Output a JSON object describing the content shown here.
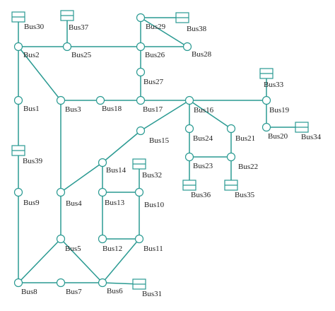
{
  "colors": {
    "line": "#2a9a92",
    "text": "#222222",
    "background": "#ffffff"
  },
  "buses": [
    {
      "id": "bus1",
      "label": "Bus1"
    },
    {
      "id": "bus2",
      "label": "Bus2"
    },
    {
      "id": "bus3",
      "label": "Bus3"
    },
    {
      "id": "bus4",
      "label": "Bus4"
    },
    {
      "id": "bus5",
      "label": "Bus5"
    },
    {
      "id": "bus6",
      "label": "Bus6"
    },
    {
      "id": "bus7",
      "label": "Bus7"
    },
    {
      "id": "bus8",
      "label": "Bus8"
    },
    {
      "id": "bus9",
      "label": "Bus9"
    },
    {
      "id": "bus10",
      "label": "Bus10"
    },
    {
      "id": "bus11",
      "label": "Bus11"
    },
    {
      "id": "bus12",
      "label": "Bus12"
    },
    {
      "id": "bus13",
      "label": "Bus13"
    },
    {
      "id": "bus14",
      "label": "Bus14"
    },
    {
      "id": "bus15",
      "label": "Bus15"
    },
    {
      "id": "bus16",
      "label": "Bus16"
    },
    {
      "id": "bus17",
      "label": "Bus17"
    },
    {
      "id": "bus18",
      "label": "Bus18"
    },
    {
      "id": "bus19",
      "label": "Bus19"
    },
    {
      "id": "bus20",
      "label": "Bus20"
    },
    {
      "id": "bus21",
      "label": "Bus21"
    },
    {
      "id": "bus22",
      "label": "Bus22"
    },
    {
      "id": "bus23",
      "label": "Bus23"
    },
    {
      "id": "bus24",
      "label": "Bus24"
    },
    {
      "id": "bus25",
      "label": "Bus25"
    },
    {
      "id": "bus26",
      "label": "Bus26"
    },
    {
      "id": "bus27",
      "label": "Bus27"
    },
    {
      "id": "bus28",
      "label": "Bus28"
    },
    {
      "id": "bus29",
      "label": "Bus29"
    },
    {
      "id": "bus30",
      "label": "Bus30"
    },
    {
      "id": "bus31",
      "label": "Bus31"
    },
    {
      "id": "bus32",
      "label": "Bus32"
    },
    {
      "id": "bus33",
      "label": "Bus33"
    },
    {
      "id": "bus34",
      "label": "Bus34"
    },
    {
      "id": "bus35",
      "label": "Bus35"
    },
    {
      "id": "bus36",
      "label": "Bus36"
    },
    {
      "id": "bus37",
      "label": "Bus37"
    },
    {
      "id": "bus38",
      "label": "Bus38"
    },
    {
      "id": "bus39",
      "label": "Bus39"
    }
  ],
  "edges": [
    [
      "bus30",
      "bus2"
    ],
    [
      "bus2",
      "bus25"
    ],
    [
      "bus37",
      "bus25"
    ],
    [
      "bus25",
      "bus26"
    ],
    [
      "bus26",
      "bus29"
    ],
    [
      "bus29",
      "bus38"
    ],
    [
      "bus29",
      "bus28"
    ],
    [
      "bus28",
      "bus26"
    ],
    [
      "bus26",
      "bus27"
    ],
    [
      "bus27",
      "bus17"
    ],
    [
      "bus2",
      "bus1"
    ],
    [
      "bus2",
      "bus3"
    ],
    [
      "bus1",
      "bus39"
    ],
    [
      "bus39",
      "bus9"
    ],
    [
      "bus9",
      "bus8"
    ],
    [
      "bus3",
      "bus18"
    ],
    [
      "bus18",
      "bus17"
    ],
    [
      "bus17",
      "bus16"
    ],
    [
      "bus3",
      "bus4"
    ],
    [
      "bus4",
      "bus5"
    ],
    [
      "bus4",
      "bus14"
    ],
    [
      "bus14",
      "bus15"
    ],
    [
      "bus15",
      "bus16"
    ],
    [
      "bus16",
      "bus19"
    ],
    [
      "bus19",
      "bus33"
    ],
    [
      "bus19",
      "bus20"
    ],
    [
      "bus20",
      "bus34"
    ],
    [
      "bus16",
      "bus24"
    ],
    [
      "bus16",
      "bus21"
    ],
    [
      "bus24",
      "bus23"
    ],
    [
      "bus21",
      "bus22"
    ],
    [
      "bus23",
      "bus22"
    ],
    [
      "bus23",
      "bus36"
    ],
    [
      "bus22",
      "bus35"
    ],
    [
      "bus14",
      "bus13"
    ],
    [
      "bus13",
      "bus12"
    ],
    [
      "bus13",
      "bus10"
    ],
    [
      "bus10",
      "bus32"
    ],
    [
      "bus10",
      "bus11"
    ],
    [
      "bus12",
      "bus11"
    ],
    [
      "bus11",
      "bus6"
    ],
    [
      "bus5",
      "bus6"
    ],
    [
      "bus5",
      "bus8"
    ],
    [
      "bus8",
      "bus7"
    ],
    [
      "bus7",
      "bus6"
    ],
    [
      "bus6",
      "bus31"
    ]
  ]
}
